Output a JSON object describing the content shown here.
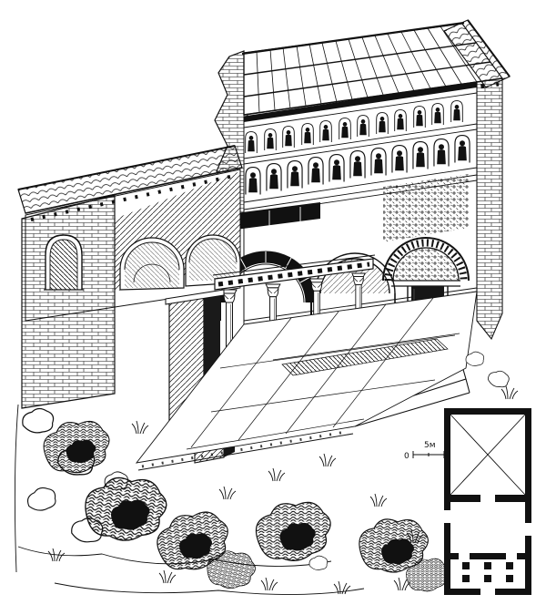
{
  "figure": {
    "alt": "Engraved cutaway view of a ruined medieval basilica: open timber roof, two tiers of arched niches with painted figures, heavy arcade arches, a sculpted portal with a dark doorway, a tiled side porch with an arched window, slender columns carrying a decorated architrave, a dark altar block on a paved floor, scrub vegetation in the foreground, and a small floor plan inset"
  },
  "plan_inset": {
    "scale_bar": {
      "start_label": "0",
      "end_label": "5м"
    }
  },
  "palette": {
    "ink": "#111111",
    "paper": "#ffffff"
  }
}
